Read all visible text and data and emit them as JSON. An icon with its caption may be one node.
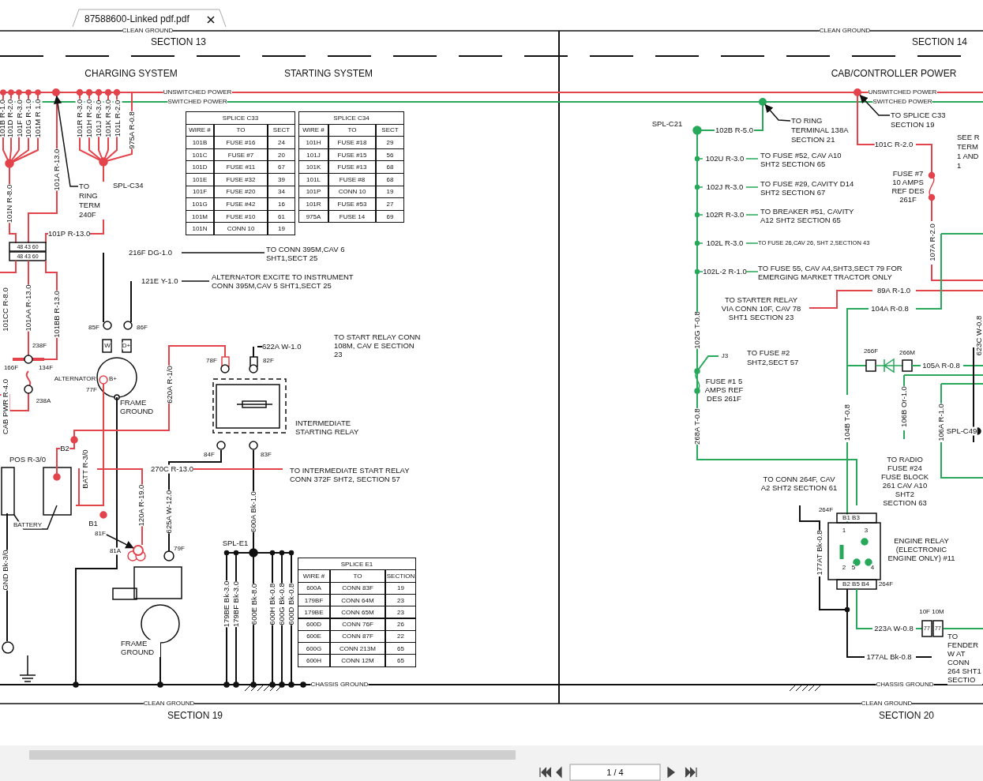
{
  "diagram": {
    "nodes": [
      {
        "text": [
          "TO RING TERM 240F"
        ]
      },
      {
        "text": [
          "81F"
        ]
      },
      {
        "text": [
          "TO RING TERMINAL 138A SECTION 21"
        ]
      },
      {
        "text": [
          "TO SPLICE C33 SECTION 19"
        ]
      },
      {
        "text": [
          "SEE R TERM 1 AND 1"
        ]
      },
      {
        "text": [
          "TO FUSE #2 SHT2,SECT 57"
        ]
      },
      {
        "text": [],
        "shape": "circle"
      },
      {
        "text": [],
        "shape": "circle"
      },
      {
        "text": [],
        "shape": "circle"
      },
      {
        "text": [],
        "shape": "circle"
      }
    ],
    "edges": [
      {
        "from": 0,
        "to": 6,
        "arrow": "to"
      },
      {
        "from": 1,
        "to": 7,
        "arrow": "to"
      },
      {
        "from": 2,
        "to": 8,
        "arrow": "to"
      },
      {
        "from": 3,
        "to": 9,
        "arrow": "to"
      }
    ],
    "labels": [
      "87588600-Linked pdf.pdf",
      "CLEAN GROUND",
      "SECTION 13",
      "CLEAN GROUND",
      "SECTION 14",
      "CHARGING SYSTEM",
      "STARTING SYSTEM",
      "CAB/CONTROLLER POWER",
      "UNSWITCHED POWER",
      "SWITCHED POWER",
      "UNSWITCHED POWER",
      "SWITCHED POWER",
      "101B R-1.0",
      "101D R-2.0",
      "101F R-3.0",
      "101G R-1.0",
      "101M R 1.0",
      "101R R-3.0",
      "101H R-2.0",
      "101J R-3.0",
      "101K R-3.0",
      "101L R-2.0",
      "975A R-0.8",
      "101A R-13.0",
      "SPL-C34",
      "101N R-8.0",
      "101P R-13.0",
      "48 43 60",
      "48 43 60",
      "SPLICE C33",
      "WIRE #",
      "TO",
      "SECT",
      "101B",
      "FUSE #16",
      "24",
      "101C",
      "FUSE #7",
      "20",
      "101D",
      "FUSE #11",
      "67",
      "101E",
      "FUSE #32",
      "39",
      "101F",
      "FUSE #20",
      "34",
      "101G",
      "FUSE #42",
      "16",
      "101M",
      "FUSE #10",
      "61",
      "101N",
      "CONN 10",
      "19",
      "SPLICE C34",
      "WIRE #",
      "TO",
      "SECT",
      "101H",
      "FUSE #18",
      "29",
      "101J",
      "FUSE #15",
      "56",
      "101K",
      "FUSE #13",
      "68",
      "101L",
      "FUSE #8",
      "68",
      "101P",
      "CONN 10",
      "19",
      "101R",
      "FUSE #53",
      "27",
      "975A",
      "FUSE 14",
      "69",
      "216F DG-1.0",
      "TO CONN 395M,CAV 6 SHT1,SECT 25",
      "121E Y-1.0",
      "ALTERNATOR EXCITE TO INSTRUMENT CONN 395M,CAV 5 SHT1,SECT 25",
      "101CC R-8.0",
      "101AA R-13.0",
      "101BB R-13.0",
      "85F",
      "86F",
      "238F",
      "W",
      "D+",
      "622A W-1.0",
      "TO START RELAY CONN 108M, CAV E SECTION 23",
      "78F",
      "82F",
      "166F",
      "134F",
      "ALTERNATOR",
      "B+",
      "77F",
      "620A R-1/0",
      "238A",
      "CAB PWR R-4.0",
      "FRAME GROUND",
      "INTERMEDIATE STARTING RELAY",
      "B2",
      "84F",
      "83F",
      "POS R-3/0",
      "270C R-13.0",
      "BATT R-3/0",
      "TO INTERMEDIATE START RELAY CONN 372F SHT2, SECTION 57",
      "120A R-19.0",
      "625A W-12.0",
      "600A Bk-1.0",
      "BATTERY",
      "B1",
      "81A",
      "79F",
      "SPL-E1",
      "GND Bk-3/0",
      "179BE Bk-3.0",
      "179BF Bk-3.0",
      "600E Bk-8.0",
      "600H Bk-0.8",
      "600G Bk-0.8",
      "600D Bk-0.8",
      "SPLICE E1",
      "WIRE #",
      "TO",
      "SECTION",
      "600A",
      "CONN 83F",
      "19",
      "179BF",
      "CONN 64M",
      "23",
      "179BE",
      "CONN 65M",
      "23",
      "600D",
      "CONN 76F",
      "26",
      "600E",
      "CONN 87F",
      "22",
      "600G",
      "CONN 213M",
      "65",
      "600H",
      "CONN 12M",
      "65",
      "FRAME GROUND",
      "CHASSIS GROUND",
      "CLEAN GROUND",
      "SECTION 19",
      "SPL-C21",
      "102B R-5.0",
      "101C R-2.0",
      "102U R-3.0",
      "TO FUSE #52, CAV A10 SHT2 SECTION 65",
      "FUSE #7 10 AMPS REF DES 261F",
      "102J R-3.0",
      "TO FUSE #29, CAVITY D14 SHT2 SECTION 67",
      "102R R-3.0",
      "TO BREAKER #51, CAVITY A12 SHT2 SECTION 65",
      "107A R-2.0",
      "102L R-3.0",
      "TO FUSE 26,CAV 26, SHT 2,SECTION 43",
      "102L-2 R-1.0",
      "TO FUSE 55, CAV A4,SHT3,SECT 79 FOR EMERGING MARKET TRACTOR ONLY",
      "89A R-1.0",
      "TO STARTER RELAY VIA CONN 10F, CAV 78 SHT1 SECTION 23",
      "104A R-0.8",
      "102G T-0.8",
      "623C W-0.8",
      "266F",
      "266M",
      "J3",
      "105A R-0.8",
      "FUSE #1 5 AMPS REF DES 261F",
      "268A T-0.8",
      "104B T-0.8",
      "106B Or-1.0",
      "106A R-1.0",
      "SPL-C49",
      "TO RADIO FUSE #24 FUSE BLOCK 261 CAV A10 SHT2 SECTION 63",
      "TO CONN 264F, CAV A2 SHT2 SECTION 61",
      "264F",
      "B1 B3",
      "1",
      "3",
      "ENGINE RELAY (ELECTRONIC ENGINE ONLY) #11",
      "177AT Bk-0.8",
      "2",
      "5",
      "4",
      "B2 B5 B4",
      "264F",
      "10F 10M",
      "223A W-0.8",
      "77",
      "77",
      "TO FENDER W AT CONN 264 SHT1 SECTIO",
      "177AL Bk-0.8",
      "CHASSIS GROUND",
      "CLEAN GROUND",
      "SECTION 20",
      "1 / 4"
    ]
  }
}
